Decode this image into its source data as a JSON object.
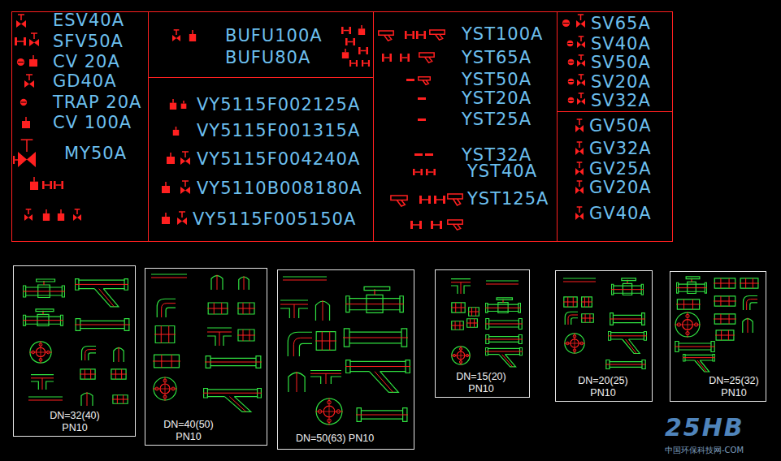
{
  "diagram": {
    "nodes": [
      {
        "text": [
          "ESV40A",
          "SFV50A",
          "CV 20A",
          "GD40A",
          "TRAP 20A",
          "CV 100A",
          "MY50A"
        ]
      },
      {
        "text": [
          "BUFU100A",
          "BUFU80A"
        ]
      },
      {
        "text": [
          "VY5115F002125A",
          "VY5115F001315A",
          "VY5115F004240A",
          "VY5110B008180A",
          "VY5115F005150A"
        ]
      },
      {
        "text": [
          "YST100A",
          "YST65A",
          "YST50A",
          "YST20A",
          "YST25A",
          "YST32A",
          "YST40A",
          "YST125A"
        ]
      },
      {
        "text": [
          "SV65A",
          "SV40A",
          "SV50A",
          "SV20A",
          "SV32A"
        ]
      },
      {
        "text": [
          "GV50A",
          "GV32A",
          "GV25A",
          "GV20A",
          "GV40A"
        ]
      },
      {
        "text": [
          "DN=32(40) PN10"
        ]
      },
      {
        "text": [
          "DN=40(50) PN10"
        ]
      },
      {
        "text": [
          "DN=50(63) PN10"
        ]
      },
      {
        "text": [
          "DN=15(20) PN10"
        ]
      },
      {
        "text": [
          "DN=20(25) PN10"
        ]
      },
      {
        "text": [
          "DN=25(32) PN10"
        ]
      }
    ],
    "labels": [
      "25HB",
      "中国环保科技网-COM"
    ]
  }
}
